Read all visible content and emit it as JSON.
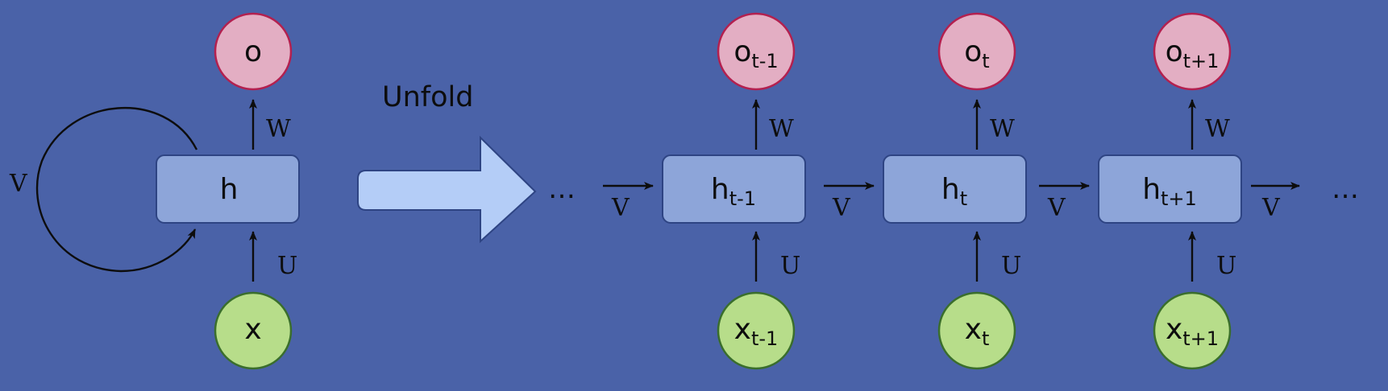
{
  "folded": {
    "hidden_label": "h",
    "output_label": "o",
    "input_label": "x",
    "w_label": "W",
    "u_label": "U",
    "v_label": "V"
  },
  "unfold_label": "Unfold",
  "ellipsis": "…",
  "steps": [
    {
      "h": "h",
      "h_sub": "t-1",
      "o": "o",
      "o_sub": "t-1",
      "x": "x",
      "x_sub": "t-1",
      "w": "W",
      "u": "U",
      "v_in": "V"
    },
    {
      "h": "h",
      "h_sub": "t",
      "o": "o",
      "o_sub": "t",
      "x": "x",
      "x_sub": "t",
      "w": "W",
      "u": "U",
      "v_in": "V"
    },
    {
      "h": "h",
      "h_sub": "t+1",
      "o": "o",
      "o_sub": "t+1",
      "x": "x",
      "x_sub": "t+1",
      "w": "W",
      "u": "U",
      "v_in": "V"
    }
  ],
  "trailing_v": "V",
  "colors": {
    "background": "#4a62a8",
    "hidden_fill": "#8da5d9",
    "hidden_stroke": "#2e4483",
    "output_fill": "#e3aec3",
    "output_stroke": "#b3204f",
    "input_fill": "#b7dd8a",
    "input_stroke": "#3a6e2c",
    "arrow_fill": "#b4cdf7",
    "arrow_stroke": "#2e4483"
  }
}
